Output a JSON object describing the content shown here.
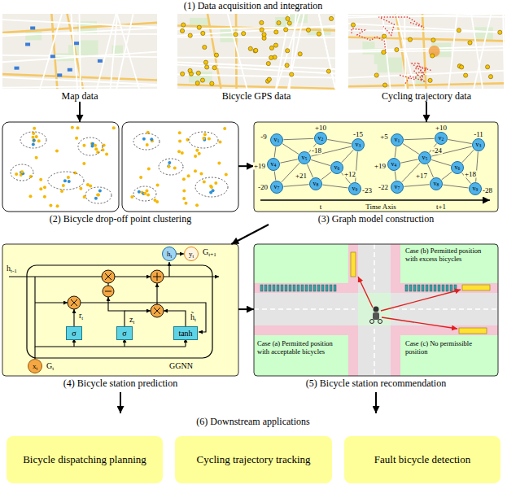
{
  "diagram": {
    "title": "(1) Data acquisition and integration",
    "nodes": [
      {
        "text": [
          "Map data"
        ]
      },
      {
        "text": [
          "Bicycle GPS data"
        ]
      },
      {
        "text": [
          "Cycling trajectory data"
        ]
      },
      {
        "text": [
          "(2) Bicycle drop-off point clustering"
        ]
      },
      {
        "text": [
          "(3) Graph model construction"
        ]
      },
      {
        "text": [
          "v1"
        ],
        "in": 4
      },
      {
        "text": [
          "v2"
        ],
        "in": 4
      },
      {
        "text": [
          "v3"
        ],
        "in": 4
      },
      {
        "text": [
          "v4"
        ],
        "in": 4
      },
      {
        "text": [
          "v5"
        ],
        "in": 4
      },
      {
        "text": [
          "v6"
        ],
        "in": 4
      },
      {
        "text": [
          "v7"
        ],
        "in": 4
      },
      {
        "text": [
          "v8"
        ],
        "in": 4
      },
      {
        "text": [
          "v9"
        ],
        "in": 4
      },
      {
        "text": [
          "v1"
        ],
        "in": 4
      },
      {
        "text": [
          "v2"
        ],
        "in": 4
      },
      {
        "text": [
          "v3"
        ],
        "in": 4
      },
      {
        "text": [
          "v4"
        ],
        "in": 4
      },
      {
        "text": [
          "v5"
        ],
        "in": 4
      },
      {
        "text": [
          "v6"
        ],
        "in": 4
      },
      {
        "text": [
          "v7"
        ],
        "in": 4
      },
      {
        "text": [
          "v8"
        ],
        "in": 4
      },
      {
        "text": [
          "v9"
        ],
        "in": 4
      },
      {
        "text": [
          "(4) Bicycle station prediction"
        ]
      },
      {
        "text": [
          "ht"
        ],
        "in": 23
      },
      {
        "text": [
          "yt"
        ],
        "in": 23
      },
      {
        "text": [
          "σ"
        ],
        "in": 23
      },
      {
        "text": [
          "σ"
        ],
        "in": 23
      },
      {
        "text": [
          "tanh"
        ],
        "in": 23
      },
      {
        "text": [
          "xt"
        ],
        "in": 23
      },
      {
        "text": [
          "(5) Bicycle station recommendation"
        ]
      },
      {
        "text": [
          "Bicycle dispatching planning"
        ]
      },
      {
        "text": [
          "Cycling trajectory tracking"
        ]
      },
      {
        "text": [
          "Fault bicycle detection"
        ]
      }
    ],
    "edges": [
      {
        "from": 0,
        "to": 3,
        "arrow": "to"
      },
      {
        "from": 2,
        "to": 4,
        "arrow": "to"
      },
      {
        "from": 3,
        "to": 4,
        "arrow": "to"
      },
      {
        "from": 4,
        "to": 23,
        "arrow": "to"
      },
      {
        "from": 23,
        "to": 30,
        "arrow": "to"
      },
      {
        "from": 24,
        "to": 25,
        "arrow": "to"
      },
      {
        "from": 5,
        "to": 6,
        "arrow": "none"
      },
      {
        "from": 6,
        "to": 7,
        "arrow": "none"
      },
      {
        "from": 5,
        "to": 8,
        "arrow": "none"
      },
      {
        "from": 5,
        "to": 9,
        "arrow": "none"
      },
      {
        "from": 6,
        "to": 9,
        "arrow": "none"
      },
      {
        "from": 9,
        "to": 7,
        "arrow": "none"
      },
      {
        "from": 7,
        "to": 10,
        "arrow": "none"
      },
      {
        "from": 9,
        "to": 10,
        "arrow": "none"
      },
      {
        "from": 8,
        "to": 9,
        "arrow": "none"
      },
      {
        "from": 8,
        "to": 11,
        "arrow": "none"
      },
      {
        "from": 9,
        "to": 11,
        "arrow": "none"
      },
      {
        "from": 9,
        "to": 12,
        "arrow": "none"
      },
      {
        "from": 11,
        "to": 12,
        "arrow": "none"
      },
      {
        "from": 12,
        "to": 10,
        "arrow": "none"
      },
      {
        "from": 10,
        "to": 13,
        "arrow": "none"
      },
      {
        "from": 12,
        "to": 13,
        "arrow": "none"
      },
      {
        "from": 7,
        "to": 13,
        "arrow": "none"
      },
      {
        "from": 14,
        "to": 15,
        "arrow": "none"
      },
      {
        "from": 15,
        "to": 16,
        "arrow": "none"
      },
      {
        "from": 14,
        "to": 17,
        "arrow": "none"
      },
      {
        "from": 14,
        "to": 18,
        "arrow": "none"
      },
      {
        "from": 15,
        "to": 18,
        "arrow": "none"
      },
      {
        "from": 18,
        "to": 16,
        "arrow": "none"
      },
      {
        "from": 16,
        "to": 19,
        "arrow": "none"
      },
      {
        "from": 18,
        "to": 19,
        "arrow": "none"
      },
      {
        "from": 17,
        "to": 18,
        "arrow": "none"
      },
      {
        "from": 17,
        "to": 20,
        "arrow": "none"
      },
      {
        "from": 18,
        "to": 20,
        "arrow": "none"
      },
      {
        "from": 18,
        "to": 21,
        "arrow": "none"
      },
      {
        "from": 20,
        "to": 21,
        "arrow": "none"
      },
      {
        "from": 21,
        "to": 19,
        "arrow": "none"
      },
      {
        "from": 19,
        "to": 22,
        "arrow": "none"
      },
      {
        "from": 21,
        "to": 22,
        "arrow": "none"
      },
      {
        "from": 16,
        "to": 22,
        "arrow": "none"
      }
    ],
    "labels": [
      "t",
      "Time Axis",
      "t+1",
      "-9",
      "+10",
      "-15",
      "+19",
      "-18",
      "+12",
      "-20",
      "+21",
      "-23",
      "+5",
      "+10",
      "-11",
      "+19",
      "-24",
      "+18",
      "-22",
      "+17",
      "-28",
      "ht-1",
      "rt",
      "zt",
      "h̃t",
      "Gt+1",
      "Gt",
      "GGNN",
      "Case (a) Permitted position with acceptable bicycles",
      "Case (b) Permitted position with excess bicycles",
      "Case (c) No permissible position",
      "(6) Downstream applications"
    ]
  }
}
